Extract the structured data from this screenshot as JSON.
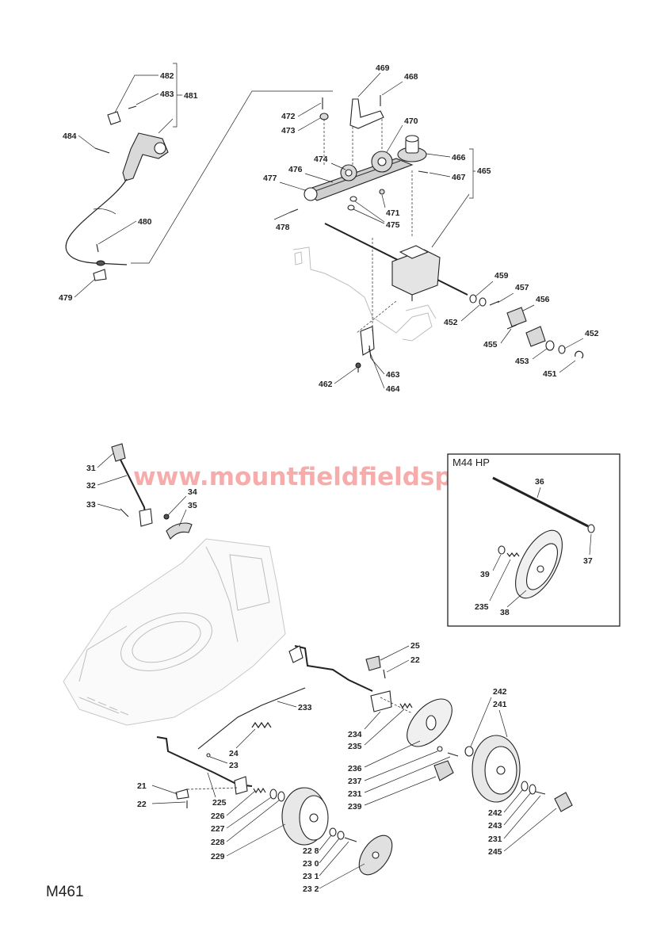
{
  "diagram_code": "M461",
  "watermark": "www.mountfieldfieldspares.direct",
  "inset": {
    "title": "M44 HP"
  },
  "labels": {
    "p482": "482",
    "p483": "483",
    "p481": "481",
    "p484": "484",
    "p480": "480",
    "p479": "479",
    "p469": "469",
    "p468": "468",
    "p472": "472",
    "p473": "473",
    "p470": "470",
    "p474": "474",
    "p466": "466",
    "p476": "476",
    "p477": "477",
    "p467": "467",
    "p465": "465",
    "p471": "471",
    "p475": "475",
    "p478": "478",
    "p459": "459",
    "p457": "457",
    "p456": "456",
    "p452a": "452",
    "p455": "455",
    "p452b": "452",
    "p453": "453",
    "p451": "451",
    "p463": "463",
    "p462": "462",
    "p464": "464",
    "p31": "31",
    "p32": "32",
    "p33": "33",
    "p34": "34",
    "p35": "35",
    "p36": "36",
    "p37": "37",
    "p39": "39",
    "p235i": "235",
    "p38": "38",
    "p25": "25",
    "p22a": "22",
    "p233": "233",
    "p234": "234",
    "p235": "235",
    "p24": "24",
    "p23": "23",
    "p236": "236",
    "p237": "237",
    "p231a": "231",
    "p239": "239",
    "p242a": "242",
    "p241": "241",
    "p242b": "242",
    "p243": "243",
    "p231b": "231",
    "p245": "245",
    "p21": "21",
    "p22b": "22",
    "p225": "225",
    "p226": "226",
    "p227": "227",
    "p228": "228",
    "p229": "229",
    "p228b": "22 8",
    "p230": "23 0",
    "p231c": "23 1",
    "p232": "23 2"
  }
}
